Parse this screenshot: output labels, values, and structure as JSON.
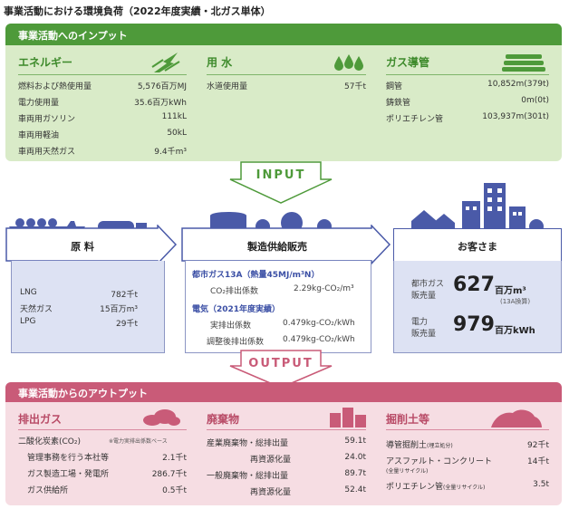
{
  "title": "事業活動における環境負荷（2022年度実績・北ガス単体）",
  "input": {
    "header": "事業活動へのインプット",
    "energy": {
      "heading": "エネルギー",
      "rows": [
        {
          "label": "燃料および熱使用量",
          "value": "5,576百万MJ"
        },
        {
          "label": "電力使用量",
          "value": "35.6百万kWh"
        },
        {
          "label": "車両用ガソリン",
          "value": "111kL"
        },
        {
          "label": "車両用軽油",
          "value": "50kL"
        },
        {
          "label": "車両用天然ガス",
          "value": "9.4千m³"
        }
      ]
    },
    "water": {
      "heading": "用 水",
      "rows": [
        {
          "label": "水道使用量",
          "value": "57千t"
        }
      ]
    },
    "pipe": {
      "heading": "ガス導管",
      "rows": [
        {
          "label": "鋼管",
          "value": "10,852m(379t)"
        },
        {
          "label": "鋳鉄管",
          "value": "0m(0t)"
        },
        {
          "label": "ポリエチレン管",
          "value": "103,937m(301t)"
        }
      ]
    }
  },
  "arrows": {
    "input": "INPUT",
    "output": "OUTPUT"
  },
  "raw": {
    "heading": "原 料",
    "rows": [
      {
        "label": "LNG",
        "value": "782千t"
      },
      {
        "label": "天然ガス",
        "value": "15百万m³"
      },
      {
        "label": "LPG",
        "value": "29千t"
      }
    ]
  },
  "supply": {
    "heading": "製造供給販売",
    "gas_title": "都市ガス13A（熱量45MJ/m³N）",
    "gas_row": {
      "label": "CO₂排出係数",
      "value": "2.29kg-CO₂/m³"
    },
    "elec_title": "電気（2021年度実績）",
    "elec_rows": [
      {
        "label": "実排出係数",
        "value": "0.479kg-CO₂/kWh"
      },
      {
        "label": "調整後排出係数",
        "value": "0.479kg-CO₂/kWh"
      }
    ]
  },
  "customer": {
    "heading": "お客さま",
    "gas_label_1": "都市ガス",
    "gas_label_2": "販売量",
    "gas_value": "627",
    "gas_unit": "百万m³",
    "gas_note": "(13A換算)",
    "elec_label_1": "電力",
    "elec_label_2": "販売量",
    "elec_value": "979",
    "elec_unit": "百万kWh"
  },
  "output": {
    "header": "事業活動からのアウトプット",
    "emission": {
      "heading": "排出ガス",
      "co2_label": "二酸化炭素(CO₂)",
      "co2_note": "※電力実排出係数ベース",
      "rows": [
        {
          "label": "管理事務を行う本社等",
          "value": "2.1千t"
        },
        {
          "label": "ガス製造工場・発電所",
          "value": "286.7千t"
        },
        {
          "label": "ガス供給所",
          "value": "0.5千t"
        }
      ]
    },
    "waste": {
      "heading": "廃棄物",
      "rows": [
        {
          "label": "産業廃棄物・総排出量",
          "value": "59.1t"
        },
        {
          "label": "再資源化量",
          "value": "24.0t"
        },
        {
          "label": "一般廃棄物・総排出量",
          "value": "89.7t"
        },
        {
          "label": "再資源化量",
          "value": "52.4t"
        }
      ]
    },
    "soil": {
      "heading": "掘削土等",
      "rows": [
        {
          "label": "導管掘削土",
          "note": "(埋立処分)",
          "value": "92千t"
        },
        {
          "label": "アスファルト・コンクリート",
          "note": "(全量リサイクル)",
          "value": "14千t"
        },
        {
          "label": "ポリエチレン管",
          "note": "(全量リサイクル)",
          "value": "3.5t"
        }
      ]
    }
  }
}
